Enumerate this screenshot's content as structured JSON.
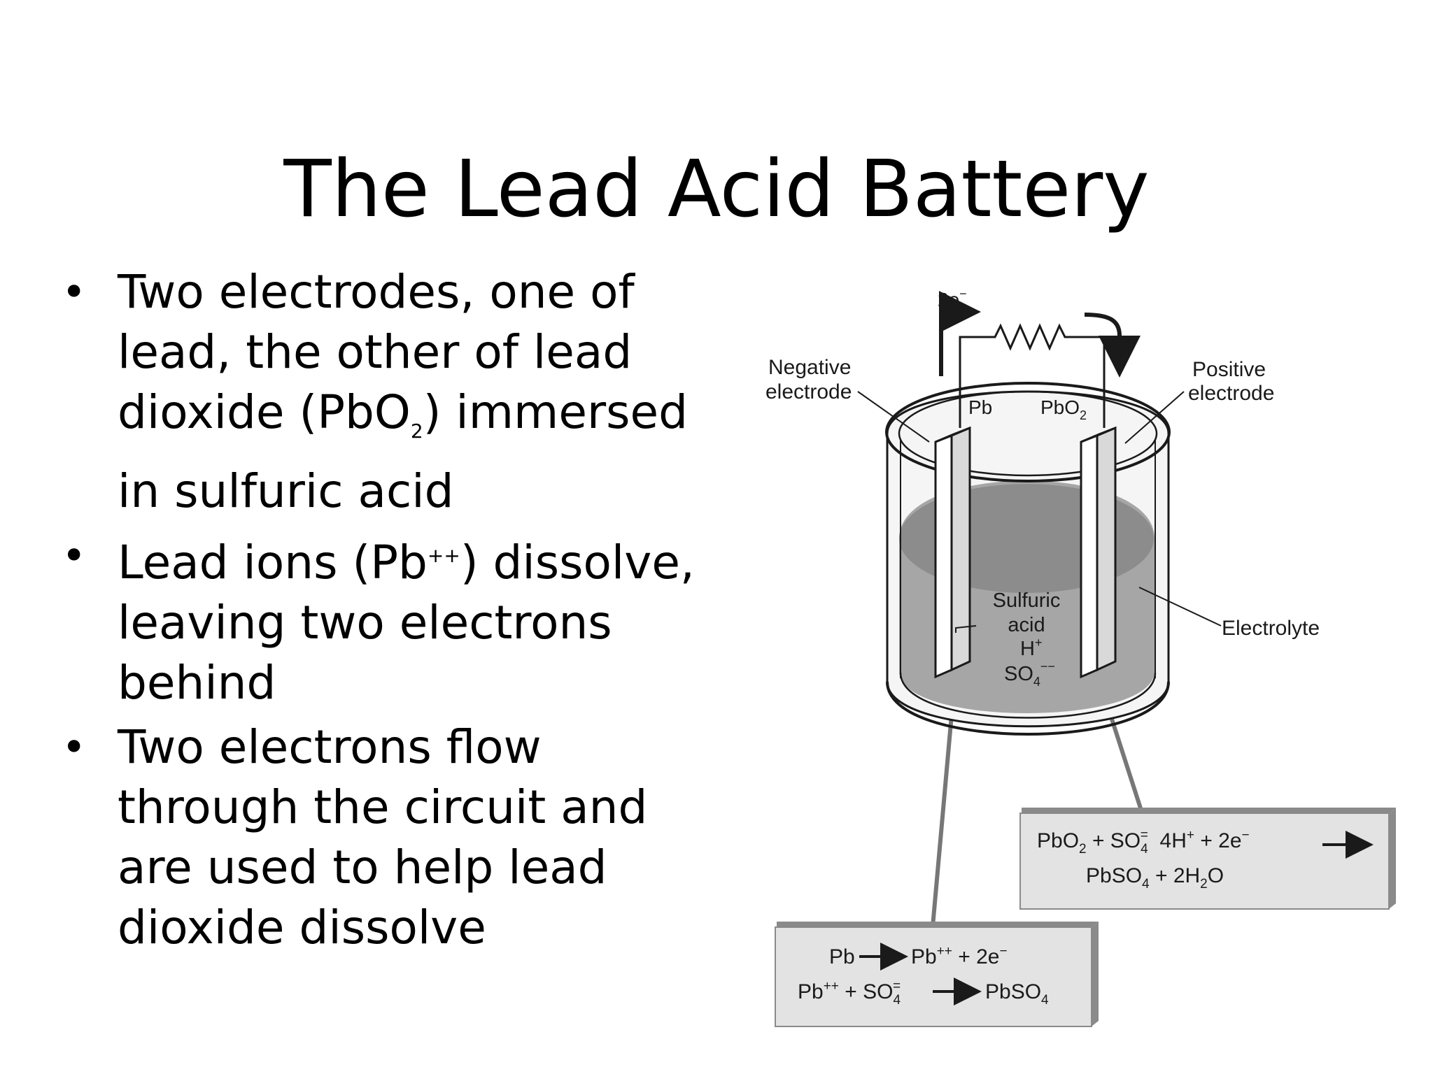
{
  "slide": {
    "title": "The Lead Acid Battery",
    "bullets": [
      {
        "line1": "Two electrodes, one of",
        "line2": "lead, the other of lead",
        "line3a": "dioxide (PbO",
        "line3sub": "2",
        "line3b": ") immersed",
        "line4": "in sulfuric acid"
      },
      {
        "line1a": "Lead ions (Pb",
        "line1sup": "++",
        "line1b": ") dissolve,",
        "line2": "leaving two electrons",
        "line3": "behind"
      },
      {
        "line1": "Two electrons flow",
        "line2": "through the circuit and",
        "line3": "are used to help lead",
        "line4": "dioxide dissolve"
      }
    ]
  },
  "diagram": {
    "electron_label_base": "2e",
    "electron_label_sup": "−",
    "negative_label_1": "Negative",
    "negative_label_2": "electrode",
    "positive_label_1": "Positive",
    "positive_label_2": "electrode",
    "pb_label": "Pb",
    "pbo2_label_base": "PbO",
    "pbo2_label_sub": "2",
    "acid_label_1": "Sulfuric",
    "acid_label_2": "acid",
    "acid_h_base": "H",
    "acid_h_sup": "+",
    "acid_so4_base": "SO",
    "acid_so4_sub": "4",
    "acid_so4_sup": "−−",
    "electrolyte_label": "Electrolyte",
    "positive_box": {
      "l1_a": "PbO",
      "l1_a_sub": "2",
      "l1_b": " + SO",
      "l1_b_sub": "4",
      "l1_b_sup": "=",
      "l1_c": "  4H",
      "l1_c_sup": "+",
      "l1_d": " + 2e",
      "l1_d_sup": "−",
      "l2_a": "PbSO",
      "l2_a_sub": "4",
      "l2_b": " + 2H",
      "l2_b_sub": "2",
      "l2_c": "O"
    },
    "negative_box": {
      "l1_a": "Pb",
      "l1_b": "Pb",
      "l1_b_sup": "++",
      "l1_c": " + 2e",
      "l1_c_sup": "−",
      "l2_a": "Pb",
      "l2_a_sup": "++",
      "l2_b": " + SO",
      "l2_b_sub": "4",
      "l2_b_sup": "=",
      "l2_c": "PbSO",
      "l2_c_sub": "4"
    },
    "colors": {
      "electrolyte": "#a6a6a6",
      "electrolyte_dark": "#8c8c8c",
      "box_face": "#e3e3e3",
      "box_edge": "#8a8a8a",
      "ink": "#1a1a1a"
    }
  }
}
